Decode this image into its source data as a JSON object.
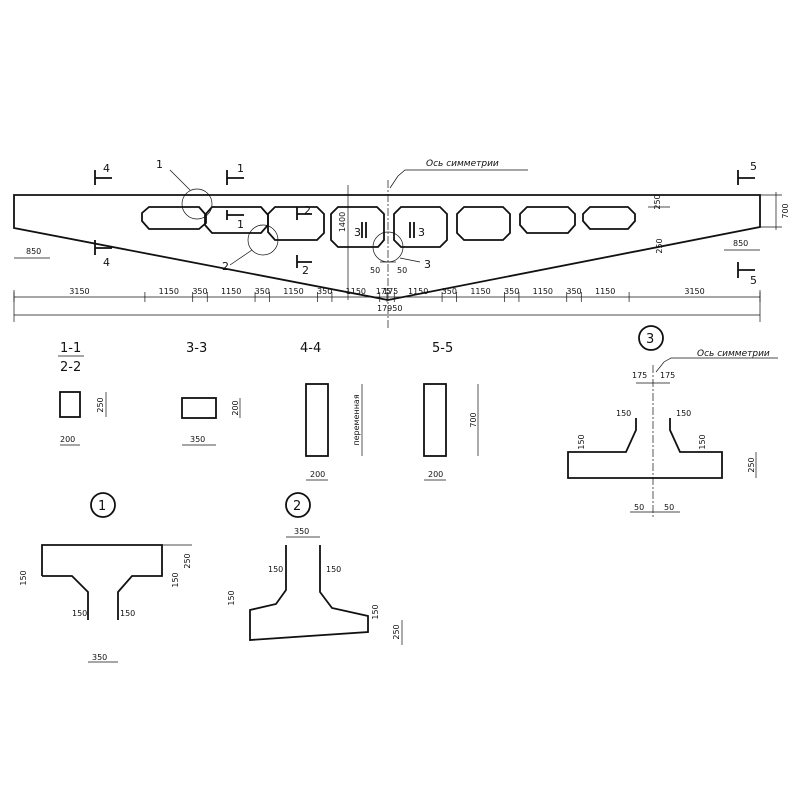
{
  "elevation": {
    "axis_label": "Ось симметрии",
    "section_marks": {
      "s1": "1",
      "s2": "2",
      "s3": "3",
      "s4": "4",
      "s5": "5"
    },
    "detail_callouts": {
      "c1": "1",
      "c2": "2",
      "c3": "3"
    },
    "height_dims": {
      "end_height": "700",
      "mid_height": "1400",
      "top_chord": "250",
      "bottom_chord": "250"
    },
    "end_offsets": {
      "left": "850",
      "right": "850"
    },
    "center_dims": {
      "left_50": "50",
      "right_50": "50"
    },
    "segment_dims": [
      "3150",
      "1150",
      "350",
      "1150",
      "350",
      "1150",
      "350",
      "1150",
      "175",
      "175",
      "1150",
      "350",
      "1150",
      "350",
      "1150",
      "350",
      "1150",
      "3150"
    ],
    "total_length": "17950"
  },
  "sections": {
    "s11": {
      "title_top": "1-1",
      "title_bottom": "2-2",
      "width": "200",
      "height": "250"
    },
    "s33": {
      "title": "3-3",
      "width": "350",
      "height": "200"
    },
    "s44": {
      "title": "4-4",
      "width": "200",
      "height": "переменная"
    },
    "s55": {
      "title": "5-5",
      "width": "200",
      "height": "700"
    }
  },
  "detail1": {
    "number": "1",
    "top_height": "250",
    "left_150": "150",
    "right_150": "150",
    "bottom_left_150": "150",
    "bottom_right_150": "150",
    "stem_width": "350"
  },
  "detail2": {
    "number": "2",
    "stem_width": "350",
    "top_left_150": "150",
    "top_right_150": "150",
    "left_150": "150",
    "right_150": "150",
    "chord_height": "250"
  },
  "detail3": {
    "number": "3",
    "axis_label": "Ось симметрии",
    "left_175": "175",
    "right_175": "175",
    "left_150": "150",
    "right_150": "150",
    "side_left_150": "150",
    "side_right_150": "150",
    "chord_height": "250",
    "left_50": "50",
    "right_50": "50"
  }
}
